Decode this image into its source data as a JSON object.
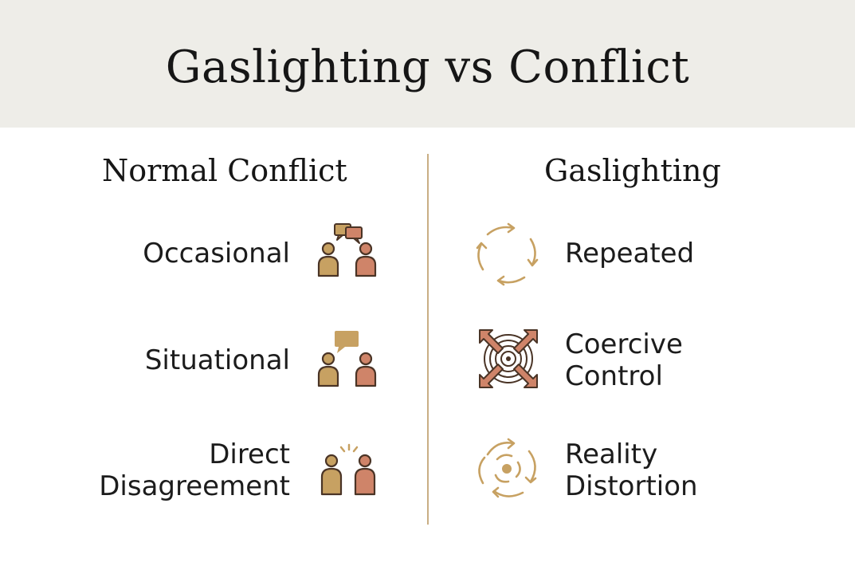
{
  "title": "Gaslighting vs Conflict",
  "left": {
    "heading": "Normal Conflict",
    "items": [
      {
        "line1": "Occasional",
        "line2": "",
        "icon": "two-people-chatting-icon"
      },
      {
        "line1": "Situational",
        "line2": "",
        "icon": "two-people-speech-bubble-icon"
      },
      {
        "line1": "Direct",
        "line2": "Disagreement",
        "icon": "two-people-spark-icon"
      }
    ]
  },
  "right": {
    "heading": "Gaslighting",
    "items": [
      {
        "line1": "Repeated",
        "line2": "",
        "icon": "cycle-arrows-icon"
      },
      {
        "line1": "Coercive",
        "line2": "Control",
        "icon": "converging-arrows-target-icon"
      },
      {
        "line1": "Reality",
        "line2": "Distortion",
        "icon": "swirl-distortion-icon"
      }
    ]
  },
  "colors": {
    "header_bg": "#eeede8",
    "gold": "#c7a162",
    "terracotta": "#cf8469",
    "divider": "#c9ae84",
    "dark_brown": "#4a3426"
  }
}
